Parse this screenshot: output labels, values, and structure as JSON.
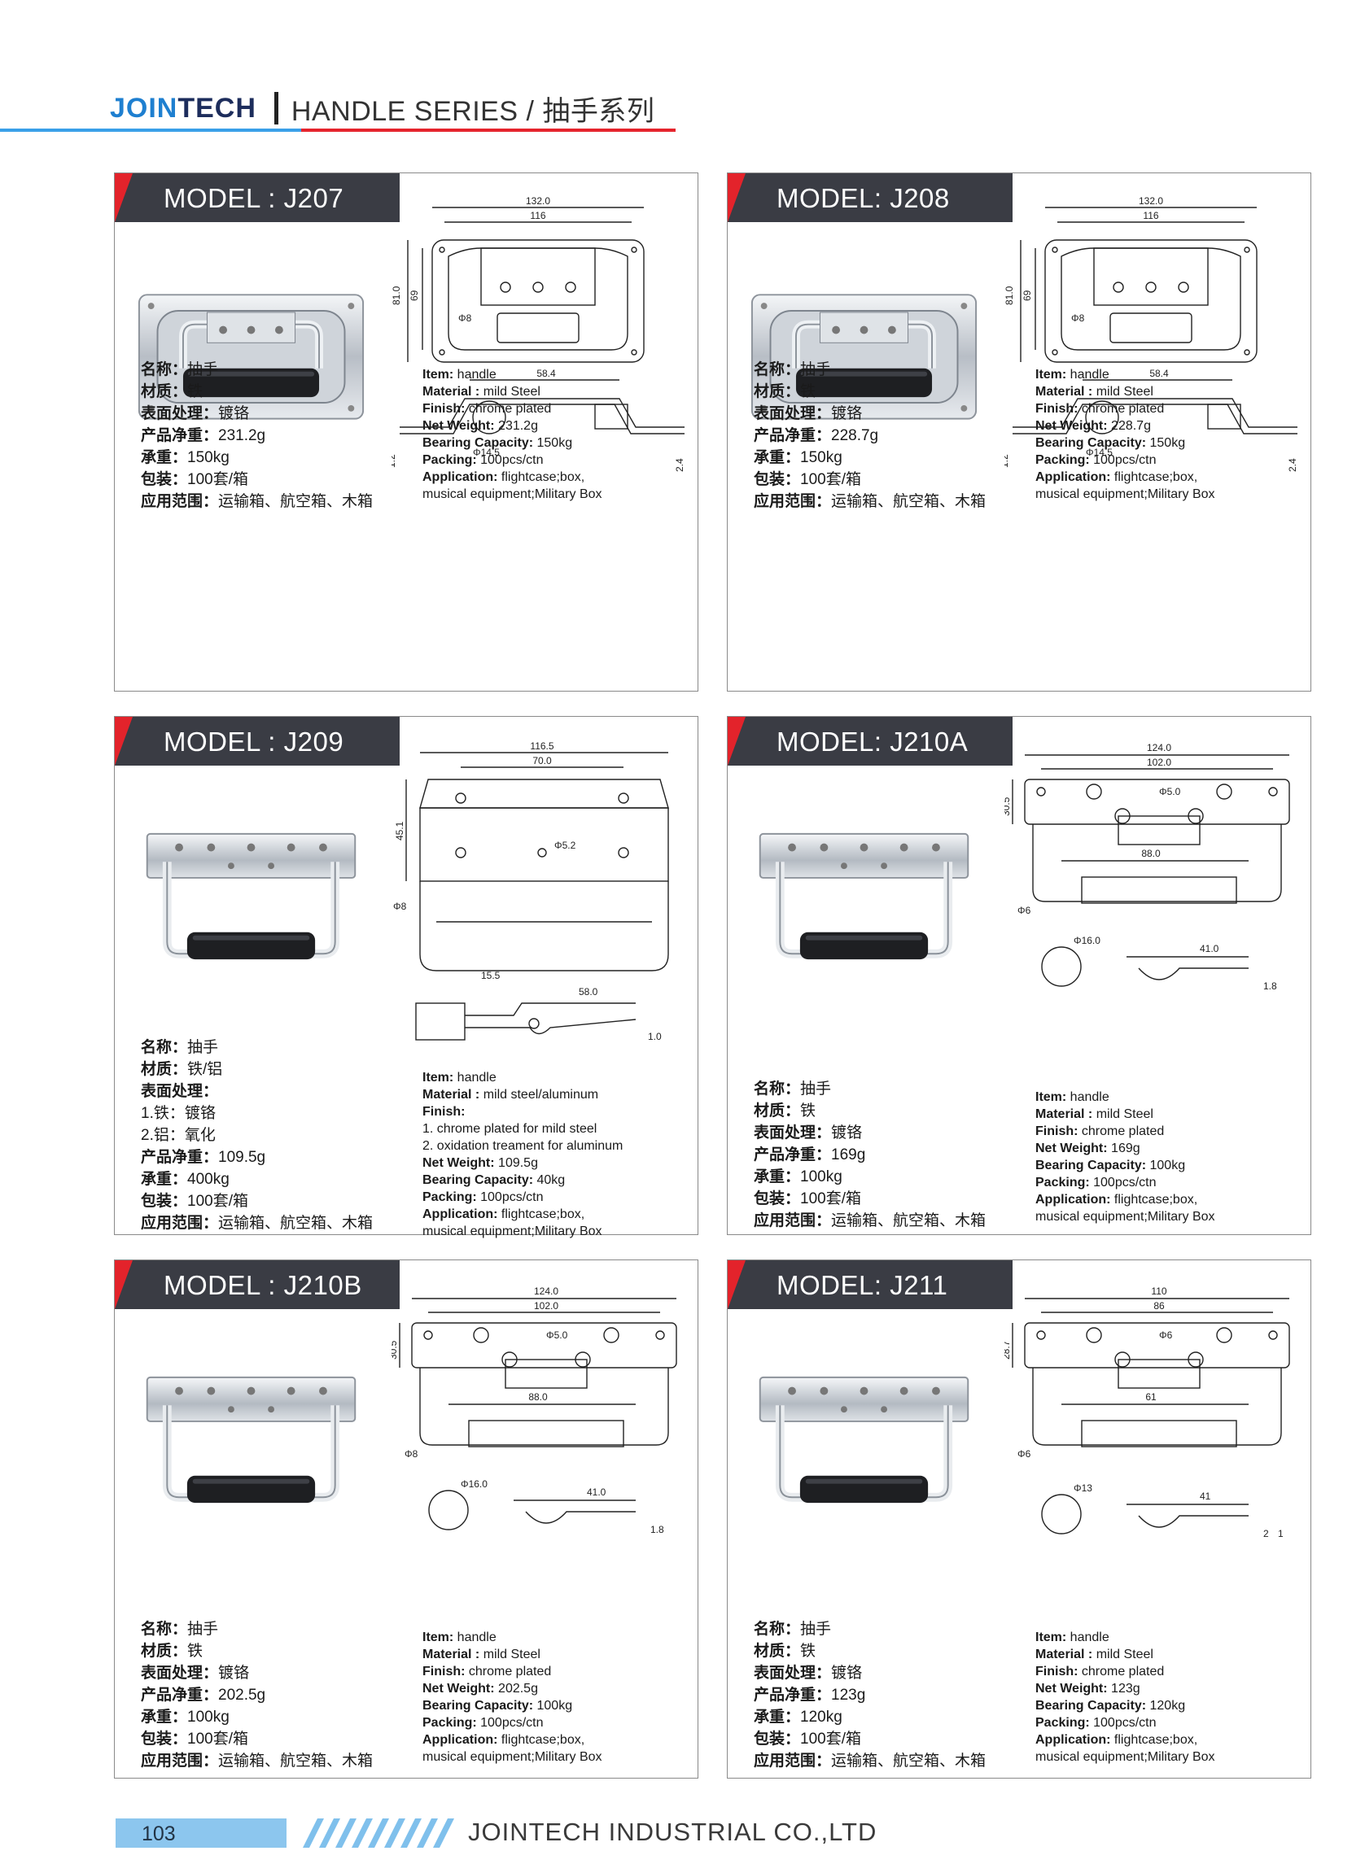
{
  "header": {
    "brand_a": "JOIN",
    "brand_b": "TECH",
    "series": "HANDLE SERIES / 抽手系列"
  },
  "models": [
    {
      "model": "MODEL : J207",
      "cn": [
        {
          "k": "名称：",
          "v": "抽手"
        },
        {
          "k": "材质：",
          "v": "铁"
        },
        {
          "k": "表面处理：",
          "v": "镀铬"
        },
        {
          "k": "产品净重：",
          "v": "231.2g"
        },
        {
          "k": "承重：",
          "v": "150kg"
        },
        {
          "k": "包装：",
          "v": "100套/箱"
        },
        {
          "k": "应用范围：",
          "v": "运输箱、航空箱、木箱"
        }
      ],
      "en": [
        {
          "k": "Item:",
          "v": " handle"
        },
        {
          "k": "Material :",
          "v": " mild Steel"
        },
        {
          "k": "Finish:",
          "v": " chrome plated"
        },
        {
          "k": "Net Weight:",
          "v": " 231.2g"
        },
        {
          "k": "Bearing Capacity:",
          "v": " 150kg"
        },
        {
          "k": "Packing:",
          "v": " 100pcs/ctn"
        },
        {
          "k": "Application:",
          "v": " flightcase;box,"
        },
        {
          "k": "",
          "v": "musical equipment;Military Box"
        }
      ],
      "dims": [
        "132.0",
        "116",
        "81.0",
        "69",
        "Φ8",
        "58.4",
        "Φ14.5",
        "1.2",
        "2.4"
      ]
    },
    {
      "model": "MODEL:  J208",
      "cn": [
        {
          "k": "名称：",
          "v": "抽手"
        },
        {
          "k": "材质：",
          "v": "铁"
        },
        {
          "k": "表面处理：",
          "v": "镀铬"
        },
        {
          "k": "产品净重：",
          "v": "228.7g"
        },
        {
          "k": "承重：",
          "v": "150kg"
        },
        {
          "k": "包装：",
          "v": "100套/箱"
        },
        {
          "k": "应用范围：",
          "v": "运输箱、航空箱、木箱"
        }
      ],
      "en": [
        {
          "k": "Item:",
          "v": " handle"
        },
        {
          "k": "Material :",
          "v": " mild Steel"
        },
        {
          "k": "Finish:",
          "v": " chrome plated"
        },
        {
          "k": "Net Weight:",
          "v": " 228.7g"
        },
        {
          "k": "Bearing Capacity:",
          "v": " 150kg"
        },
        {
          "k": "Packing:",
          "v": " 100pcs/ctn"
        },
        {
          "k": "Application:",
          "v": " flightcase;box,"
        },
        {
          "k": "",
          "v": "musical equipment;Military Box"
        }
      ],
      "dims": [
        "132.0",
        "116",
        "81.0",
        "69",
        "Φ8",
        "58.4",
        "Φ14.5",
        "1.2",
        "2.4"
      ]
    },
    {
      "model": "MODEL : J209",
      "cn": [
        {
          "k": "名称：",
          "v": "抽手"
        },
        {
          "k": "材质：",
          "v": "铁/铝"
        },
        {
          "k": "表面处理：",
          "v": ""
        },
        {
          "k": "",
          "v": "1.铁：镀铬"
        },
        {
          "k": "",
          "v": "2.铝：氧化"
        },
        {
          "k": "产品净重：",
          "v": "109.5g"
        },
        {
          "k": "承重：",
          "v": "400kg"
        },
        {
          "k": "包装：",
          "v": "100套/箱"
        },
        {
          "k": "应用范围：",
          "v": "运输箱、航空箱、木箱"
        }
      ],
      "en": [
        {
          "k": "Item:",
          "v": " handle"
        },
        {
          "k": "Material :",
          "v": " mild steel/aluminum"
        },
        {
          "k": "Finish:",
          "v": ""
        },
        {
          "k": "",
          "v": "1. chrome plated for mild steel"
        },
        {
          "k": "",
          "v": "2. oxidation treament for aluminum"
        },
        {
          "k": "Net Weight:",
          "v": " 109.5g"
        },
        {
          "k": "Bearing Capacity:",
          "v": " 40kg"
        },
        {
          "k": "Packing:",
          "v": " 100pcs/ctn"
        },
        {
          "k": "Application:",
          "v": " flightcase;box,"
        },
        {
          "k": "",
          "v": "musical equipment;Military Box"
        }
      ],
      "dims": [
        "116.5",
        "70.0",
        "45.1",
        "Φ5.2",
        "Φ8",
        "15.5",
        "58.0",
        "1.0"
      ]
    },
    {
      "model": "MODEL:  J210A",
      "cn": [
        {
          "k": "名称：",
          "v": "抽手"
        },
        {
          "k": "材质：",
          "v": "铁"
        },
        {
          "k": "表面处理：",
          "v": "镀铬"
        },
        {
          "k": "产品净重：",
          "v": "169g"
        },
        {
          "k": "承重：",
          "v": "100kg"
        },
        {
          "k": "包装：",
          "v": "100套/箱"
        },
        {
          "k": "应用范围：",
          "v": "运输箱、航空箱、木箱"
        }
      ],
      "en": [
        {
          "k": "Item:",
          "v": " handle"
        },
        {
          "k": "Material :",
          "v": " mild Steel"
        },
        {
          "k": "Finish:",
          "v": " chrome plated"
        },
        {
          "k": "Net Weight:",
          "v": " 169g"
        },
        {
          "k": "Bearing Capacity:",
          "v": " 100kg"
        },
        {
          "k": "Packing:",
          "v": " 100pcs/ctn"
        },
        {
          "k": "Application:",
          "v": " flightcase;box,"
        },
        {
          "k": "",
          "v": "musical equipment;Military Box"
        }
      ],
      "dims": [
        "124.0",
        "102.0",
        "Φ5.0",
        "30.5",
        "88.0",
        "Φ6",
        "Φ16.0",
        "41.0",
        "1.8"
      ]
    },
    {
      "model": "MODEL : J210B",
      "cn": [
        {
          "k": "名称：",
          "v": "抽手"
        },
        {
          "k": "材质：",
          "v": "铁"
        },
        {
          "k": "表面处理：",
          "v": "镀铬"
        },
        {
          "k": "产品净重：",
          "v": "202.5g"
        },
        {
          "k": "承重：",
          "v": "100kg"
        },
        {
          "k": "包装：",
          "v": "100套/箱"
        },
        {
          "k": "应用范围：",
          "v": "运输箱、航空箱、木箱"
        }
      ],
      "en": [
        {
          "k": "Item:",
          "v": " handle"
        },
        {
          "k": "Material :",
          "v": " mild Steel"
        },
        {
          "k": "Finish:",
          "v": " chrome plated"
        },
        {
          "k": "Net Weight:",
          "v": " 202.5g"
        },
        {
          "k": "Bearing Capacity:",
          "v": " 100kg"
        },
        {
          "k": "Packing:",
          "v": " 100pcs/ctn"
        },
        {
          "k": "Application:",
          "v": " flightcase;box,"
        },
        {
          "k": "",
          "v": "musical equipment;Military Box"
        }
      ],
      "dims": [
        "124.0",
        "102.0",
        "Φ5.0",
        "30.5",
        "88.0",
        "Φ8",
        "Φ16.0",
        "41.0",
        "1.8"
      ]
    },
    {
      "model": "MODEL:  J211",
      "cn": [
        {
          "k": "名称：",
          "v": "抽手"
        },
        {
          "k": "材质：",
          "v": "铁"
        },
        {
          "k": "表面处理：",
          "v": "镀铬"
        },
        {
          "k": "产品净重：",
          "v": "123g"
        },
        {
          "k": "承重：",
          "v": "120kg"
        },
        {
          "k": "包装：",
          "v": "100套/箱"
        },
        {
          "k": "应用范围：",
          "v": "运输箱、航空箱、木箱"
        }
      ],
      "en": [
        {
          "k": "Item:",
          "v": " handle"
        },
        {
          "k": "Material :",
          "v": " mild Steel"
        },
        {
          "k": "Finish:",
          "v": " chrome plated"
        },
        {
          "k": "Net Weight:",
          "v": " 123g"
        },
        {
          "k": "Bearing Capacity:",
          "v": " 120kg"
        },
        {
          "k": "Packing:",
          "v": " 100pcs/ctn"
        },
        {
          "k": "Application:",
          "v": " flightcase;box,"
        },
        {
          "k": "",
          "v": "musical equipment;Military Box"
        }
      ],
      "dims": [
        "110",
        "86",
        "Φ6",
        "28.7",
        "61",
        "Φ6",
        "Φ13",
        "41",
        "2",
        "1"
      ]
    }
  ],
  "footer": {
    "page": "103",
    "company": "JOINTECH INDUSTRIAL CO.,LTD"
  },
  "colors": {
    "brand_blue": "#1e7fd0",
    "brand_navy": "#1d2d5c",
    "accent_red": "#e3232b",
    "model_bar": "#3a3c44",
    "footer_blue": "#8cc6ee"
  }
}
